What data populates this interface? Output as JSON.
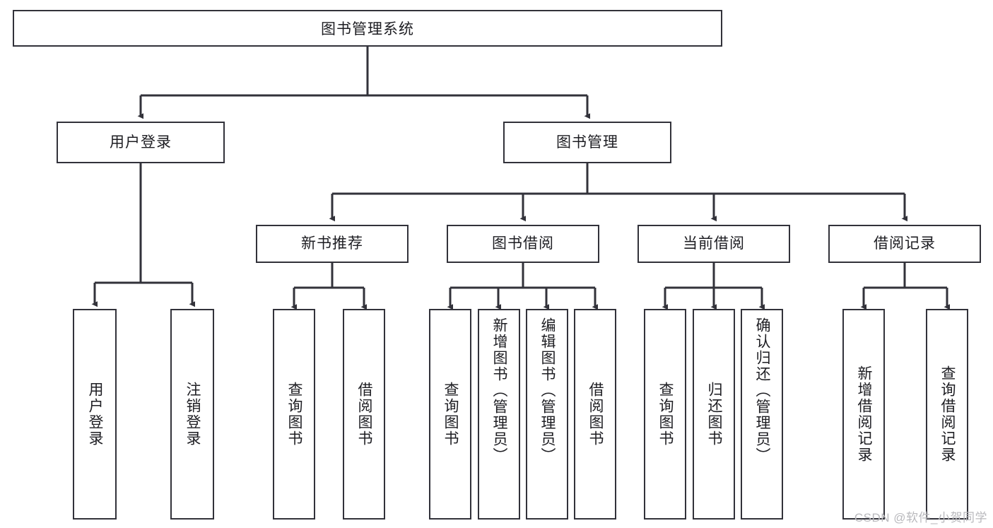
{
  "diagram": {
    "type": "tree",
    "title": "图书管理系统",
    "orientation": "top-down",
    "colors": {
      "box_border": "#32323a",
      "box_fill": "#ffffff",
      "connector": "#32323a",
      "text": "#1d1d22",
      "watermark": "#b9b9bd",
      "background": "#ffffff"
    },
    "root": {
      "label": "图书管理系统"
    },
    "level2": [
      {
        "label": "用户登录"
      },
      {
        "label": "图书管理"
      }
    ],
    "level3": [
      {
        "label": "新书推荐"
      },
      {
        "label": "图书借阅"
      },
      {
        "label": "当前借阅"
      },
      {
        "label": "借阅记录"
      }
    ],
    "leaves": {
      "user_login": [
        {
          "label": "用户登录"
        },
        {
          "label": "注销登录"
        }
      ],
      "new_book_recommend": [
        {
          "label": "查询图书"
        },
        {
          "label": "借阅图书"
        }
      ],
      "book_borrow": [
        {
          "label": "查询图书"
        },
        {
          "label": "新增图书（管理员）"
        },
        {
          "label": "编辑图书（管理员）"
        },
        {
          "label": "借阅图书"
        }
      ],
      "current_borrow": [
        {
          "label": "查询图书"
        },
        {
          "label": "归还图书"
        },
        {
          "label": "确认归还（管理员）"
        }
      ],
      "borrow_record": [
        {
          "label": "新增借阅记录"
        },
        {
          "label": "查询借阅记录"
        }
      ]
    }
  },
  "watermark": {
    "text": "CSDN @软件_小贺同学"
  }
}
